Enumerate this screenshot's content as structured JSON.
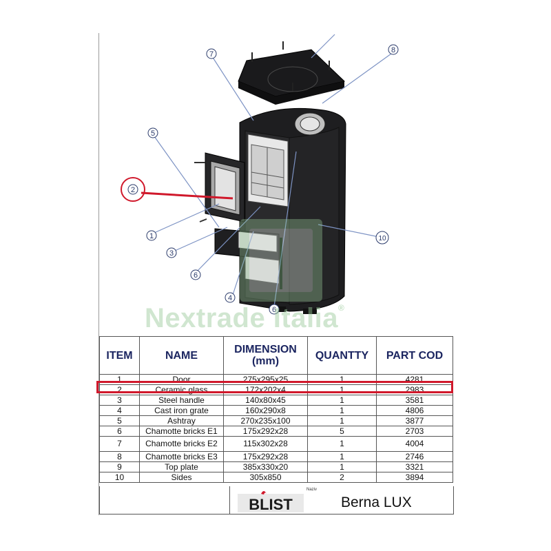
{
  "callouts": [
    "1",
    "2",
    "3",
    "4",
    "5",
    "6",
    "6",
    "7",
    "8",
    "10"
  ],
  "watermark": {
    "text": "Nextrade Italia",
    "mark": "®"
  },
  "table": {
    "headers": {
      "item": "ITEM",
      "name": "NAME",
      "dimension": "DIMENSION",
      "dimension_unit": "(mm)",
      "quantity": "QUANTTY",
      "part_code": "PART COD"
    },
    "rows": [
      {
        "item": "1",
        "name": "Door",
        "dimension": "275x295x25",
        "quantity": "1",
        "code": "4281"
      },
      {
        "item": "2",
        "name": "Ceramic glass",
        "dimension": "172x202x4",
        "quantity": "1",
        "code": "2983"
      },
      {
        "item": "3",
        "name": "Steel handle",
        "dimension": "140x80x45",
        "quantity": "1",
        "code": "3581"
      },
      {
        "item": "4",
        "name": "Cast iron grate",
        "dimension": "160x290x8",
        "quantity": "1",
        "code": "4806"
      },
      {
        "item": "5",
        "name": "Ashtray",
        "dimension": "270x235x100",
        "quantity": "1",
        "code": "3877"
      },
      {
        "item": "6",
        "name": "Chamotte bricks E1",
        "dimension": "175x292x28",
        "quantity": "5",
        "code": "2703"
      },
      {
        "item": "7",
        "name": "Chamotte bricks E2",
        "dimension": "115x302x28",
        "quantity": "1",
        "code": "4004"
      },
      {
        "item": "8",
        "name": "Chamotte bricks E3",
        "dimension": "175x292x28",
        "quantity": "1",
        "code": "2746"
      },
      {
        "item": "9",
        "name": "Top plate",
        "dimension": "385x330x20",
        "quantity": "1",
        "code": "3321"
      },
      {
        "item": "10",
        "name": "Sides",
        "dimension": "305x850",
        "quantity": "2",
        "code": "3894"
      }
    ]
  },
  "footer": {
    "brand": "BLIST",
    "naziv_label": "Naziv",
    "model": "Berna LUX"
  },
  "colors": {
    "highlight": "#d0182b",
    "header_text": "#1b2560",
    "callout_line": "#7d93c4",
    "stove_body": "#1e1e20",
    "watermark": "#96c896"
  }
}
